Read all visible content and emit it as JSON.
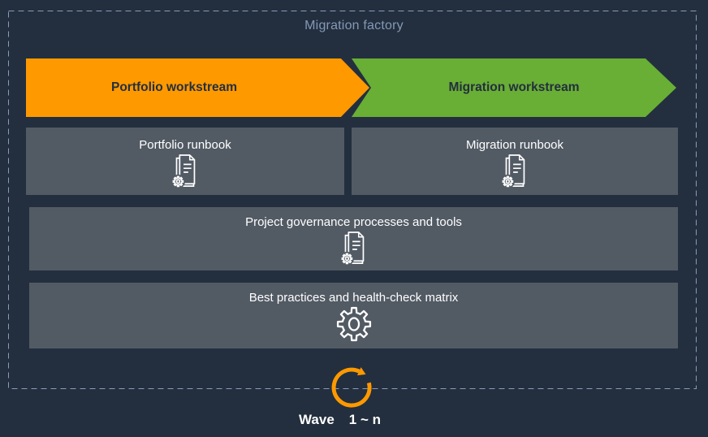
{
  "diagram": {
    "title": "Migration factory"
  },
  "workstreams": [
    {
      "label": "Portfolio workstream"
    },
    {
      "label": "Migration workstream"
    }
  ],
  "artifacts": [
    {
      "label": "Portfolio runbook",
      "icon": "document-gear-icon"
    },
    {
      "label": "Migration runbook",
      "icon": "document-gear-icon"
    },
    {
      "label": "Project governance processes and tools",
      "icon": "document-gear-icon"
    },
    {
      "label": "Best practices and health-check matrix",
      "icon": "gear-icon"
    }
  ],
  "wave": {
    "label": "Wave",
    "range": "1 ~ n",
    "icon": "loop-arrow-icon"
  },
  "colors": {
    "background": "#232F3E",
    "panel": "#525A64",
    "portfolio_accent": "#FF9900",
    "migration_accent": "#69AE35",
    "frame_dash": "#8A9CBA",
    "title_text": "#8598B6",
    "label_text": "#FFFFFF",
    "arrow_text": "#232F3E"
  }
}
